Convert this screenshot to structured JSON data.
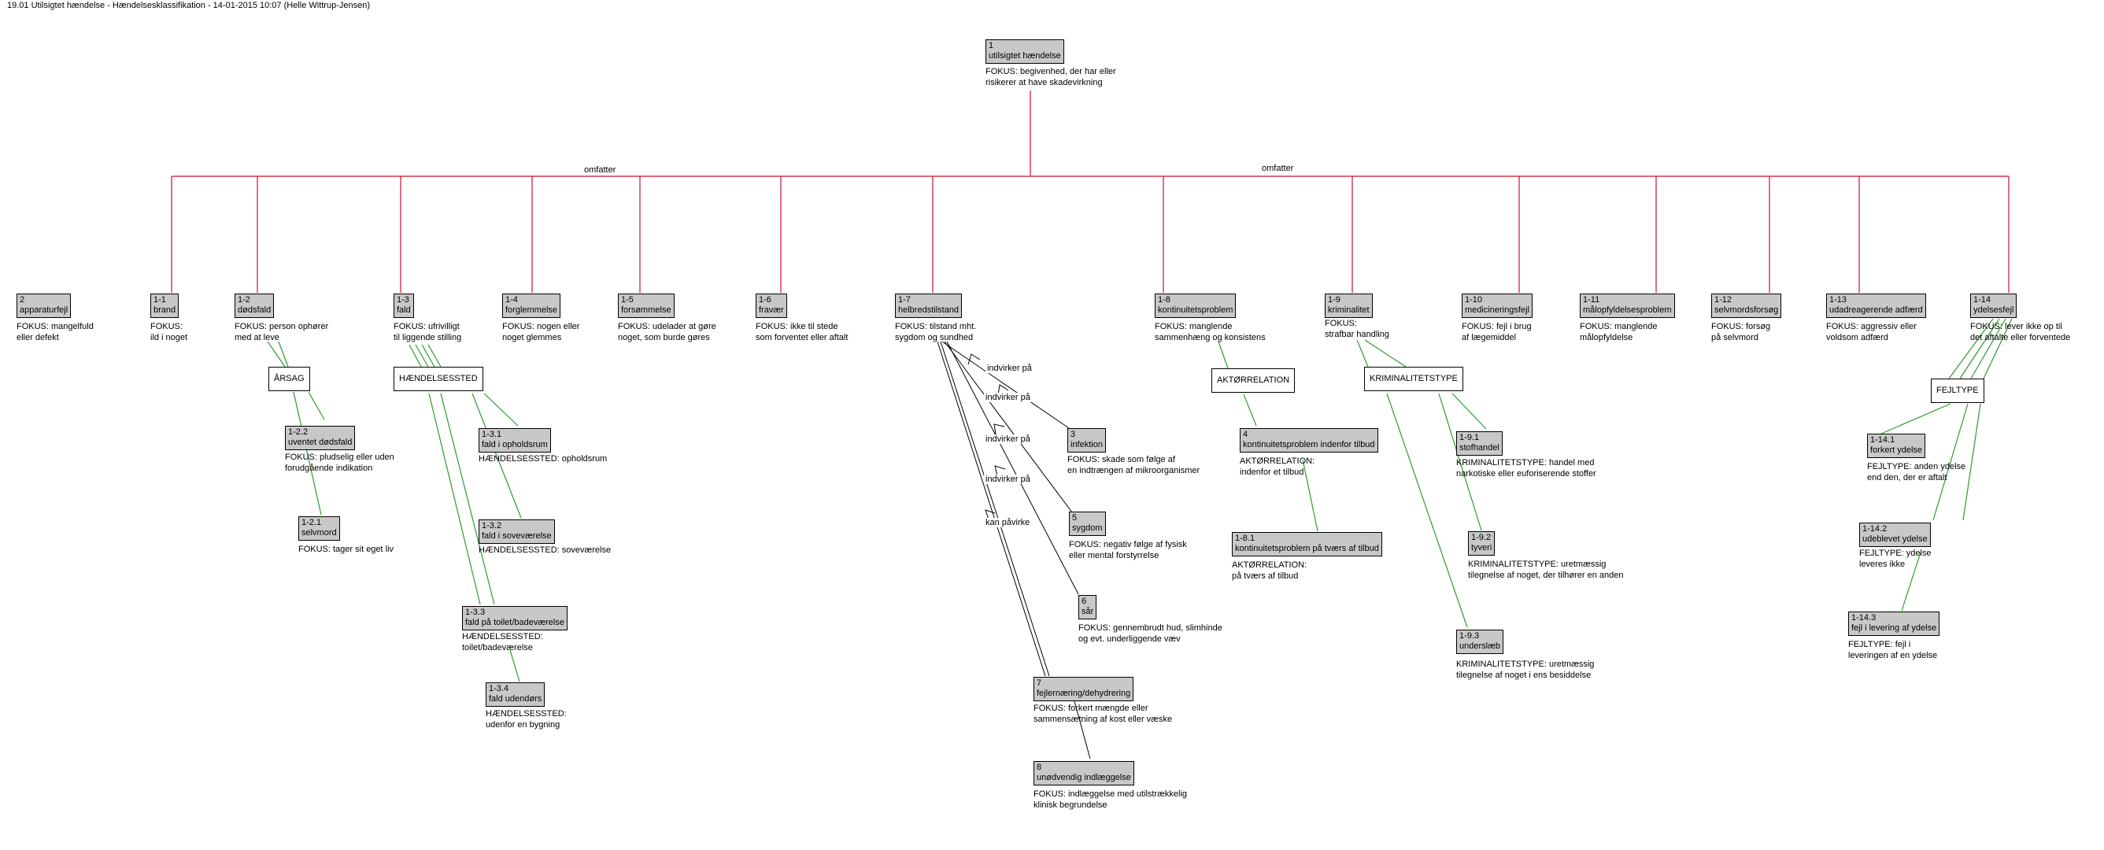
{
  "title": "19.01 Utilsigtet hændelse - Hændelsesklassifikation - 14-01-2015 10:07 (Helle Wittrup-Jensen)",
  "colors": {
    "hierarchy": "#c8102e",
    "category": "#2e9b2e",
    "relation": "#000000",
    "node_fill": "#c8c8c8"
  },
  "connector_labels": {
    "omfatter": "omfatter"
  },
  "nodes": {
    "n1": {
      "id": "1",
      "label": "utilsigtet hændelse",
      "desc": "FOKUS: begivenhed, der har eller\nrisikerer at have skadevirkning"
    },
    "n2": {
      "id": "2",
      "label": "apparaturfejl",
      "desc": "FOKUS: mangelfuld\neller defekt"
    },
    "n11": {
      "id": "1-1",
      "label": "brand",
      "desc": "FOKUS:\nild i noget"
    },
    "n12": {
      "id": "1-2",
      "label": "dødsfald",
      "desc": "FOKUS: person ophører\nmed at leve"
    },
    "n122": {
      "id": "1-2.2",
      "label": "uventet dødsfald",
      "desc": "FOKUS: pludselig eller uden\nforudgående indikation"
    },
    "n121": {
      "id": "1-2.1",
      "label": "selvmord",
      "desc": "FOKUS: tager sit eget liv"
    },
    "n13": {
      "id": "1-3",
      "label": "fald",
      "desc": "FOKUS: ufrivilligt\ntil liggende stilling"
    },
    "n131": {
      "id": "1-3.1",
      "label": "fald i opholdsrum",
      "desc": "HÆNDELSESSTED: opholdsrum"
    },
    "n132": {
      "id": "1-3.2",
      "label": "fald i soveværelse",
      "desc": "HÆNDELSESSTED: soveværelse"
    },
    "n133": {
      "id": "1-3.3",
      "label": "fald på toilet/badeværelse",
      "desc": "HÆNDELSESSTED:\ntoilet/badeværelse"
    },
    "n134": {
      "id": "1-3.4",
      "label": "fald udendørs",
      "desc": "HÆNDELSESSTED:\nudenfor en bygning"
    },
    "n14": {
      "id": "1-4",
      "label": "forglemmelse",
      "desc": "FOKUS: nogen eller\nnoget glemmes"
    },
    "n15": {
      "id": "1-5",
      "label": "forsømmelse",
      "desc": "FOKUS: udelader at gøre\nnoget, som burde gøres"
    },
    "n16": {
      "id": "1-6",
      "label": "fravær",
      "desc": "FOKUS: ikke til stede\nsom forventet eller aftalt"
    },
    "n17": {
      "id": "1-7",
      "label": "helbredstilstand",
      "desc": "FOKUS: tilstand mht.\nsygdom og sundhed"
    },
    "n3": {
      "id": "3",
      "label": "infektion",
      "desc": "FOKUS: skade som følge af\nen indtrængen af mikroorganismer"
    },
    "n5": {
      "id": "5",
      "label": "sygdom",
      "desc": "FOKUS: negativ følge af fysisk\neller mental forstyrrelse"
    },
    "n6": {
      "id": "6",
      "label": "sår",
      "desc": "FOKUS: gennembrudt hud, slimhinde\nog evt. underliggende væv"
    },
    "n7": {
      "id": "7",
      "label": "fejlernæring/dehydrering",
      "desc": "FOKUS: forkert mængde eller\nsammensætning af kost eller væske"
    },
    "n8": {
      "id": "8",
      "label": "unødvendig indlæggelse",
      "desc": "FOKUS: indlæggelse med utilstrækkelig\nklinisk begrundelse"
    },
    "n18": {
      "id": "1-8",
      "label": "kontinuitetsproblem",
      "desc": "FOKUS: manglende\nsammenhæng og konsistens"
    },
    "n4": {
      "id": "4",
      "label": "kontinuitetsproblem indenfor tilbud",
      "desc": "AKTØRRELATION:\nindenfor et tilbud"
    },
    "n181": {
      "id": "1-8.1",
      "label": "kontinuitetsproblem på tværs af tilbud",
      "desc": "AKTØRRELATION:\npå tværs af tilbud"
    },
    "n19": {
      "id": "1-9",
      "label": "kriminalitet",
      "desc": "FOKUS:\nstrafbar handling"
    },
    "n191": {
      "id": "1-9.1",
      "label": "stofhandel",
      "desc": "KRIMINALITETSTYPE: handel med\nnarkotiske eller euforiserende stoffer"
    },
    "n192": {
      "id": "1-9.2",
      "label": "tyveri",
      "desc": "KRIMINALITETSTYPE: uretmæssig\ntilegnelse af noget, der tilhører en anden"
    },
    "n193": {
      "id": "1-9.3",
      "label": "underslæb",
      "desc": "KRIMINALITETSTYPE: uretmæssig\ntilegnelse af noget i ens besiddelse"
    },
    "n110": {
      "id": "1-10",
      "label": "medicineringsfejl",
      "desc": "FOKUS: fejl i brug\naf lægemiddel"
    },
    "n111": {
      "id": "1-11",
      "label": "målopfyldelsesproblem",
      "desc": "FOKUS: manglende\nmålopfyldelse"
    },
    "n112": {
      "id": "1-12",
      "label": "selvmordsforsøg",
      "desc": "FOKUS: forsøg\npå selvmord"
    },
    "n113": {
      "id": "1-13",
      "label": "udadreagerende adfærd",
      "desc": "FOKUS: aggressiv eller\nvoldsom adfærd"
    },
    "n114": {
      "id": "1-14",
      "label": "ydelsesfejl",
      "desc": "FOKUS: lever ikke op til\ndet aftalte eller forventede"
    },
    "n1141": {
      "id": "1-14.1",
      "label": "forkert ydelse",
      "desc": "FEJLTYPE: anden ydelse\nend den, der er aftalt"
    },
    "n1142": {
      "id": "1-14.2",
      "label": "udeblevet ydelse",
      "desc": "FEJLTYPE: ydelse\nleveres ikke"
    },
    "n1143": {
      "id": "1-14.3",
      "label": "fejl i levering af ydelse",
      "desc": "FEJLTYPE: fejl i\nleveringen af en ydelse"
    }
  },
  "categories": {
    "arsag": "ÅRSAG",
    "haendelsessted": "HÆNDELSESSTED",
    "aktorrelation": "AKTØRRELATION",
    "kriminalitetstype": "KRIMINALITETSTYPE",
    "fejltype": "FEJLTYPE"
  },
  "relation_labels": {
    "r1": "indvirker på",
    "r2": "indvirker på",
    "r3": "indvirker på",
    "r4": "indvirker på",
    "r5": "kan påvirke"
  }
}
